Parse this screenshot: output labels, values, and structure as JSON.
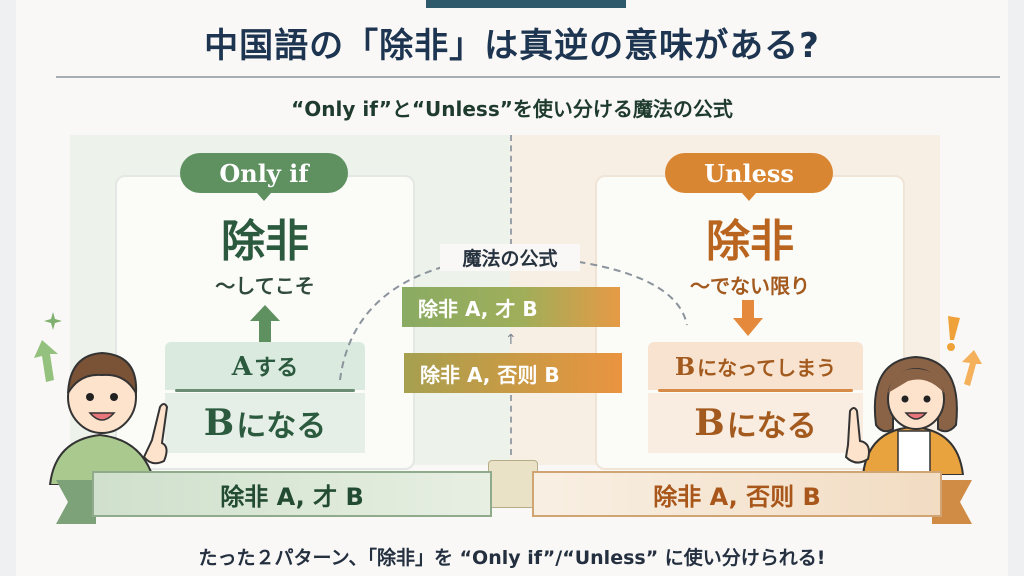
{
  "header": {
    "title": "中国語の「除非」は真逆の意味がある?",
    "subtitle": "“Only if”と“Unless”を使い分ける魔法の公式"
  },
  "left_panel": {
    "bubble_label": "Only if",
    "kanji": "除非",
    "gloss": "〜してこそ",
    "card_a": {
      "letter": "A",
      "text": "する"
    },
    "card_b": {
      "letter": "B",
      "text": "になる"
    },
    "ribbon": "除非 A, 才 B",
    "accent_color": "#5e9060",
    "character": "boy-pointing",
    "icons": [
      "sparkle-icon",
      "arrow-up-icon"
    ]
  },
  "right_panel": {
    "bubble_label": "Unless",
    "kanji": "除非",
    "gloss": "〜でない限り",
    "card_a": {
      "letter": "B",
      "text": "になってしまう"
    },
    "card_b": {
      "letter": "B",
      "text": "になる"
    },
    "ribbon": "除非 A, 否则 B",
    "accent_color": "#d98632",
    "character": "girl-pointing",
    "icons": [
      "exclamation-icon",
      "arrow-up-icon"
    ]
  },
  "center": {
    "label": "魔法の公式",
    "formulas": [
      "除非 A, 才 B",
      "除非 A, 否则 B"
    ]
  },
  "footer": {
    "text": "たった２パターン、「除非」を “Only if”/“Unless” に使い分けられる!"
  },
  "colors": {
    "title": "#1d3550",
    "green": "#2b5a3f",
    "orange": "#b9651f",
    "top_tab": "#2f5a6c"
  }
}
